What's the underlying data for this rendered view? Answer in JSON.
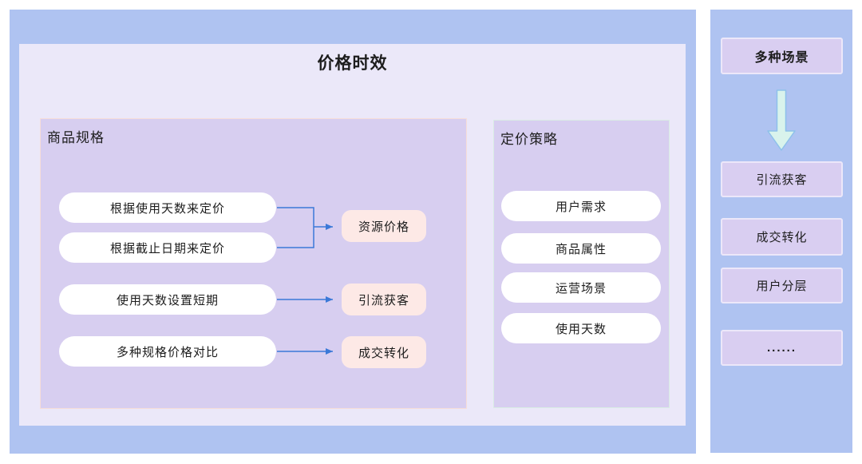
{
  "main": {
    "title": "价格时效",
    "spec_box": {
      "title": "商品规格",
      "sources": [
        "根据使用天数来定价",
        "根据截止日期来定价",
        "使用天数设置短期",
        "多种规格价格对比"
      ],
      "targets": [
        "资源价格",
        "引流获客",
        "成交转化"
      ]
    },
    "strategy_box": {
      "title": "定价策略",
      "items": [
        "用户需求",
        "商品属性",
        "运营场景",
        "使用天数"
      ]
    }
  },
  "sidebar": {
    "title": "多种场景",
    "items": [
      "引流获客",
      "成交转化",
      "用户分层",
      "......"
    ]
  },
  "colors": {
    "container_blue": "#afc3f1",
    "panel_lavender": "#ebe8f9",
    "group_purple": "#d7cef0",
    "pill_white": "#ffffff",
    "pill_pink": "#fde9e6",
    "sidebar_box_fill": "#d9cef1",
    "sidebar_box_border": "#ece7f9",
    "connector_blue": "#3b79d8",
    "big_arrow_fill": "#d9f3ec",
    "big_arrow_stroke": "#8ec1ea"
  }
}
